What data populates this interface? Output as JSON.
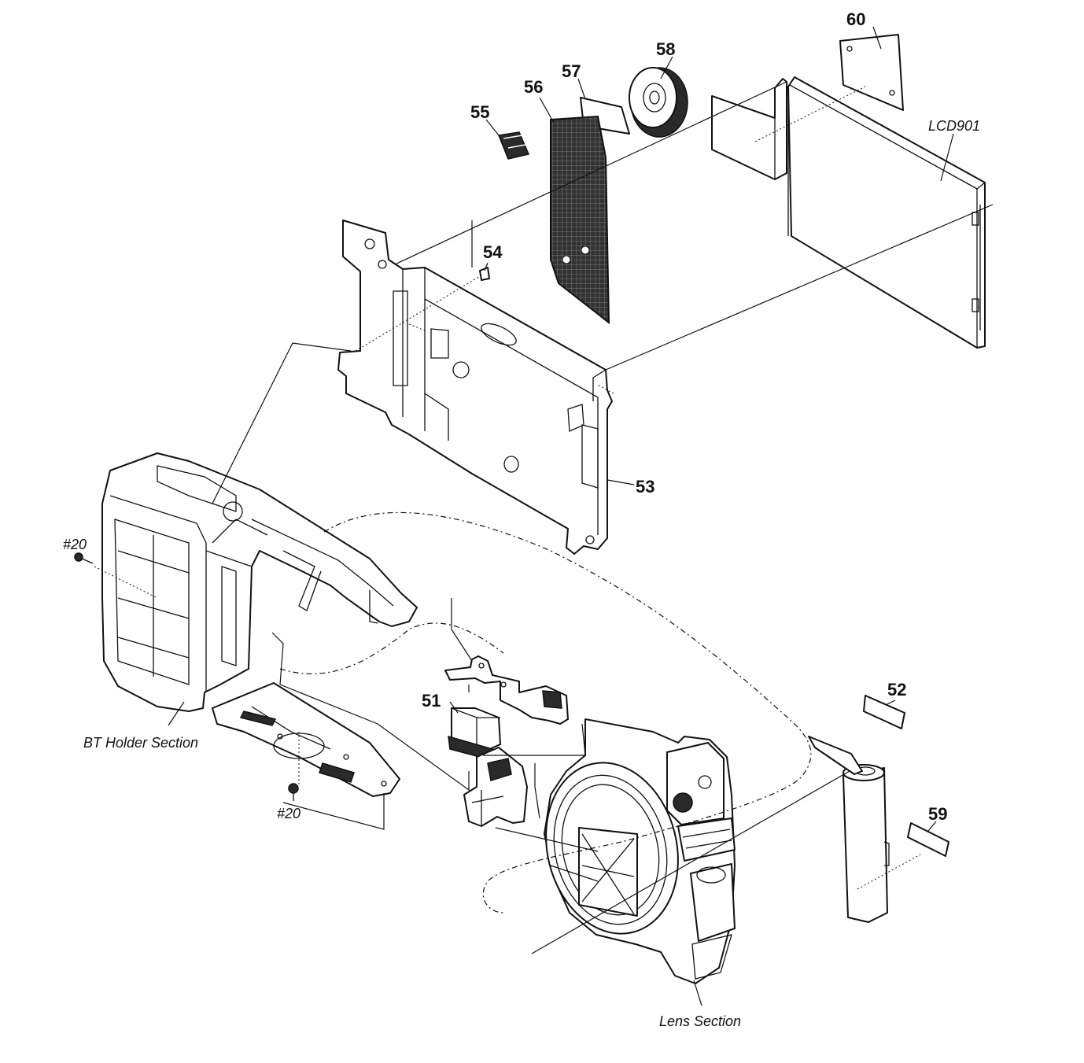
{
  "parts": {
    "p51": "51",
    "p52": "52",
    "p53": "53",
    "p54": "54",
    "p55": "55",
    "p56": "56",
    "p57": "57",
    "p58": "58",
    "p59": "59",
    "p60": "60",
    "lcd": "LCD901",
    "screw_left": "#20",
    "screw_bottom": "#20"
  },
  "sections": {
    "bt_holder": "BT Holder Section",
    "lens": "Lens Section"
  }
}
